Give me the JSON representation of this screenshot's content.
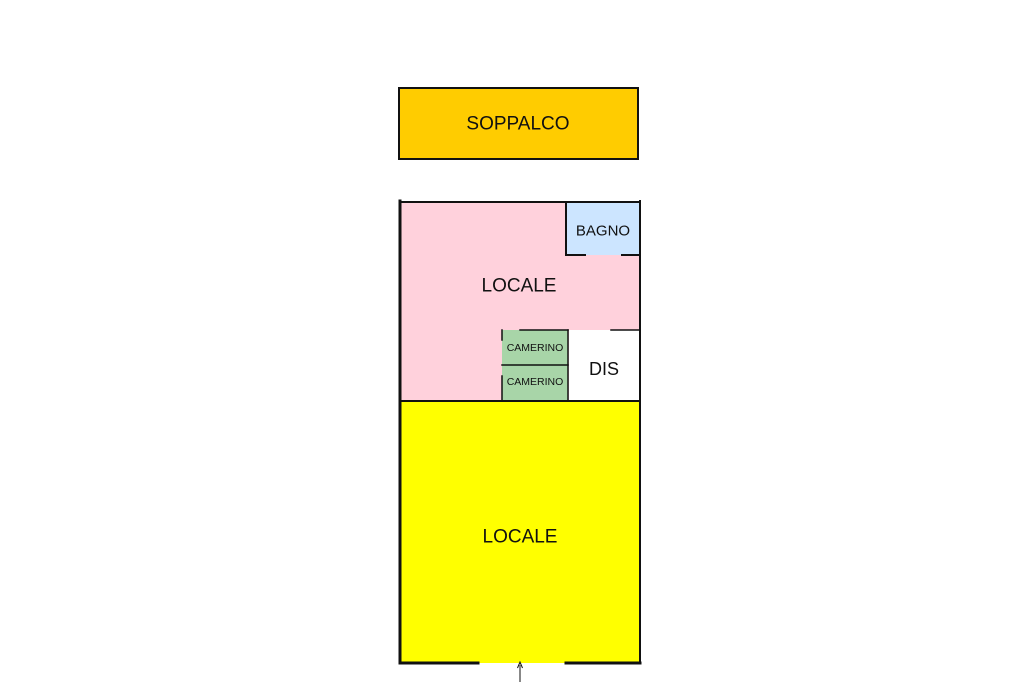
{
  "colors": {
    "mezzanine": "#FFCC00",
    "front_room": "#FFFF00",
    "back_room": "#FFD1DC",
    "bathroom": "#CCE5FF",
    "dressing_room": "#A8D5A8",
    "corridor": "#FFFFFF",
    "wall": "#111111"
  },
  "rooms": {
    "mezzanine": {
      "label": "SOPPALCO"
    },
    "back_room": {
      "label": "LOCALE"
    },
    "front_room": {
      "label": "LOCALE"
    },
    "bathroom": {
      "label": "BAGNO"
    },
    "dressing_room_1": {
      "label": "CAMERINO"
    },
    "dressing_room_2": {
      "label": "CAMERINO"
    },
    "corridor": {
      "label": "DIS"
    }
  },
  "icons": {
    "entrance": "entrance-arrow-icon"
  }
}
